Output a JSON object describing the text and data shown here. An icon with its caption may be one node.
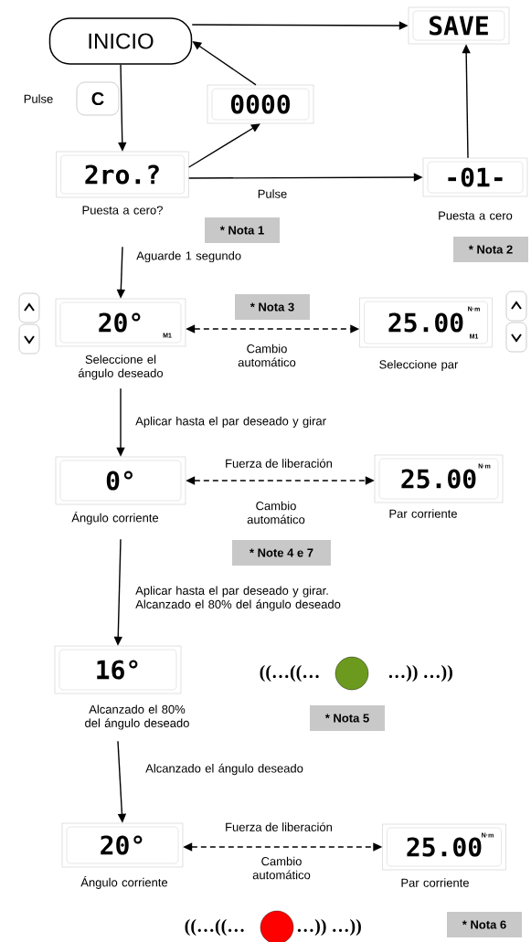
{
  "diagram": {
    "nodes": [
      {
        "text": [
          "INICIO"
        ]
      },
      {
        "text": [
          "SAVE"
        ]
      },
      {
        "text": [
          "0000"
        ]
      },
      {
        "text": [
          "2ro.?"
        ],
        "beside": [
          "Puesta a cero?"
        ]
      },
      {
        "text": [
          "-01-"
        ],
        "beside": [
          "Puesta a cero"
        ]
      },
      {
        "text": [
          "20°",
          "M1"
        ],
        "beside": [
          "Seleccione el ángulo deseado"
        ]
      },
      {
        "text": [
          "25.00",
          "N·m",
          "M1"
        ],
        "beside": [
          "Seleccione par"
        ]
      },
      {
        "text": [
          "0°"
        ],
        "beside": [
          "Ángulo corriente"
        ]
      },
      {
        "text": [
          "25.00",
          "N·m"
        ],
        "beside": [
          "Par corriente"
        ]
      },
      {
        "text": [
          "16°"
        ],
        "beside": [
          "Alcanzado el 80% del ángulo deseado"
        ]
      },
      {
        "text": [
          "20°"
        ],
        "beside": [
          "Ángulo corriente"
        ]
      },
      {
        "text": [
          "25.00",
          "N·m"
        ],
        "beside": [
          "Par corriente"
        ]
      },
      {
        "text": [
          "C"
        ],
        "beside": [
          "Pulse"
        ]
      },
      {
        "text": [
          "* Nota 1"
        ]
      },
      {
        "text": [
          "* Nota 2"
        ]
      },
      {
        "text": [
          "* Nota 3"
        ]
      },
      {
        "text": [
          "* Note 4 e 7"
        ]
      },
      {
        "text": [
          "* Nota 5"
        ]
      },
      {
        "text": [
          "* Nota 6"
        ]
      }
    ],
    "edges": [
      {
        "from": 0,
        "to": 1,
        "arrow": "to"
      },
      {
        "from": 0,
        "to": 3,
        "arrow": "to"
      },
      {
        "from": 3,
        "to": 2,
        "arrow": "to"
      },
      {
        "from": 2,
        "to": 0,
        "arrow": "to"
      },
      {
        "from": 3,
        "to": 4,
        "arrow": "to",
        "label": "Pulse"
      },
      {
        "from": 4,
        "to": 1,
        "arrow": "to"
      },
      {
        "from": 3,
        "to": 5,
        "arrow": "to",
        "label": "Aguarde 1 segundo"
      },
      {
        "from": 5,
        "to": 6,
        "arrow": "both",
        "style": "dashed",
        "label": "Cambio automático"
      },
      {
        "from": 5,
        "to": 7,
        "arrow": "to",
        "label": "Aplicar hasta el par deseado y girar"
      },
      {
        "from": 7,
        "to": 8,
        "arrow": "both",
        "style": "dashed",
        "label": "Cambio automático"
      },
      {
        "from": 7,
        "to": 9,
        "arrow": "to",
        "label": "Aplicar hasta el par deseado y girar. Alcanzado el 80% del ángulo deseado"
      },
      {
        "from": 9,
        "to": 10,
        "arrow": "to",
        "label": "Alcanzado el ángulo deseado"
      },
      {
        "from": 10,
        "to": 11,
        "arrow": "both",
        "style": "dashed",
        "label": "Cambio automático"
      }
    ],
    "labels": [
      "Fuerza de liberación",
      "Fuerza de liberación",
      "((…((…",
      "…)) …))",
      "((…((…",
      "…)) …))"
    ]
  }
}
